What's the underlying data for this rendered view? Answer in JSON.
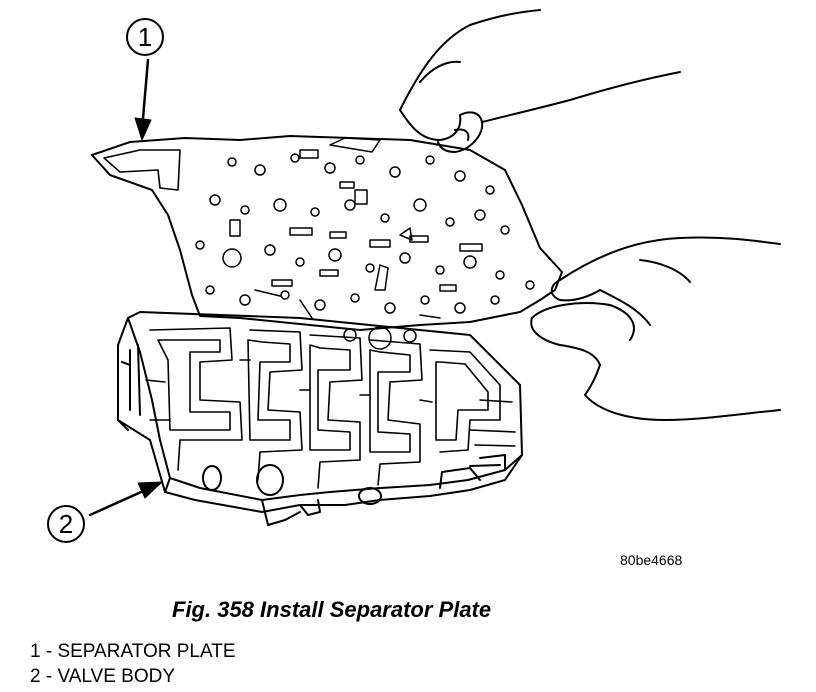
{
  "figure": {
    "callouts": [
      {
        "number": "1"
      },
      {
        "number": "2"
      }
    ],
    "reference_code": "80be4668",
    "caption": "Fig. 358 Install Separator Plate"
  },
  "legend": {
    "items": [
      {
        "text": "1 - SEPARATOR PLATE"
      },
      {
        "text": "2 - VALVE BODY"
      }
    ]
  }
}
